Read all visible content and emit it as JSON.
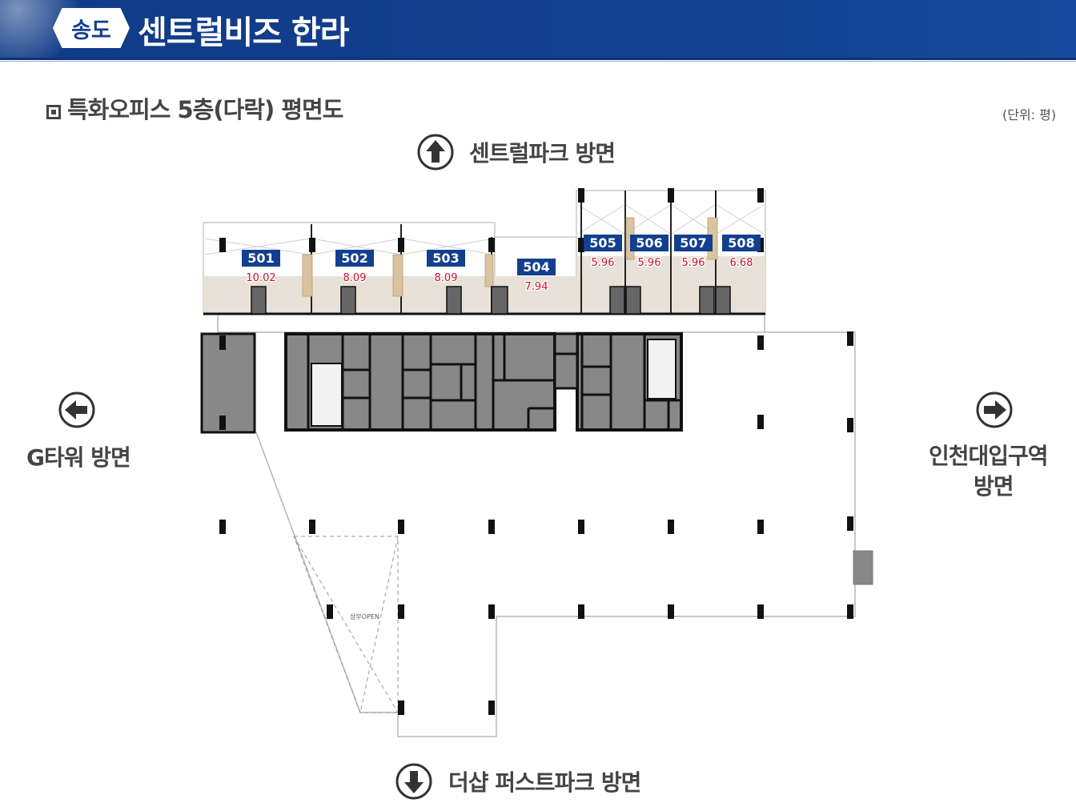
{
  "header": {
    "badge": "송도",
    "title": "센트럴비즈 한라"
  },
  "plan": {
    "title": "특화오피스 5층(다락) 평면도",
    "unit_note": "(단위: 평)",
    "open_label": "상부OPEN"
  },
  "directions": {
    "north": "센트럴파크 방면",
    "south": "더샵 퍼스트파크 방면",
    "west": "G타워 방면",
    "east_line1": "인천대입구역",
    "east_line2": "방면"
  },
  "units": [
    {
      "number": "501",
      "area": "10.02"
    },
    {
      "number": "502",
      "area": "8.09"
    },
    {
      "number": "503",
      "area": "8.09"
    },
    {
      "number": "504",
      "area": "7.94"
    },
    {
      "number": "505",
      "area": "5.96"
    },
    {
      "number": "506",
      "area": "5.96"
    },
    {
      "number": "507",
      "area": "5.96"
    },
    {
      "number": "508",
      "area": "6.68"
    }
  ],
  "colors": {
    "header_bg": "#123f8e",
    "unit_badge_bg": "#123f8e",
    "area_text": "#c8102e",
    "core_fill": "#888888",
    "floor_wood": "#e7e1d7"
  }
}
